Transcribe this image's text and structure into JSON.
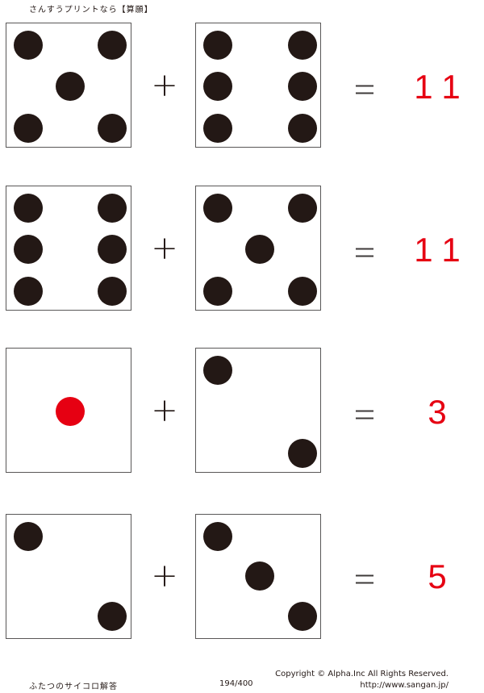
{
  "header": {
    "title": "さんすうプリントなら【算願】"
  },
  "problems": [
    {
      "left_die": 5,
      "operator": "+",
      "right_die": 6,
      "equals": "=",
      "answer": "11"
    },
    {
      "left_die": 6,
      "operator": "+",
      "right_die": 5,
      "equals": "=",
      "answer": "11"
    },
    {
      "left_die": 1,
      "operator": "+",
      "right_die": 2,
      "equals": "=",
      "answer": "3"
    },
    {
      "left_die": 2,
      "operator": "+",
      "right_die": 3,
      "equals": "=",
      "answer": "5"
    }
  ],
  "colors": {
    "pip": "#231815",
    "pip_one": "#e60012",
    "answer": "#e60012",
    "border": "#595757"
  },
  "footer": {
    "title": "ふたつのサイコロ解答",
    "page": "194/400",
    "copyright": "Copyright ©  Alpha.Inc All Rights Reserved.",
    "url": "http://www.sangan.jp/"
  }
}
